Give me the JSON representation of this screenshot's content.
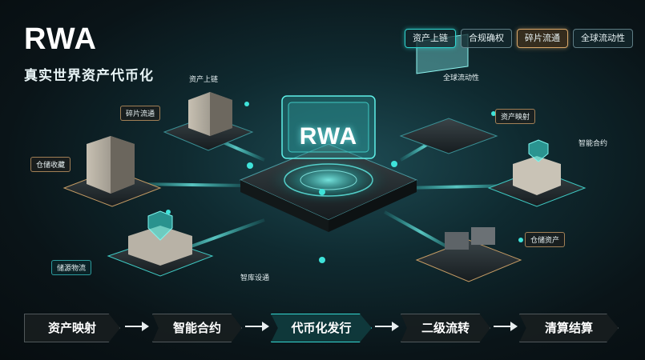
{
  "header": {
    "title": "RWA",
    "subtitle": "真实世界资产代币化"
  },
  "tabs": [
    {
      "label": "资产上链"
    },
    {
      "label": "合规确权"
    },
    {
      "label": "碎片流通"
    },
    {
      "label": "全球流动性"
    }
  ],
  "core": {
    "label": "RWA"
  },
  "nodes": {
    "asset_onchain": "资产上链",
    "fragment_circulation": "碎片流通",
    "warehouse_receipt": "仓储收藏",
    "storage_logistics": "储源物流",
    "smart_contract_setup": "智库设通",
    "global_liquidity": "全球流动性",
    "asset_mapping": "资产映射",
    "smart_contract": "智能合约",
    "warehouse_asset": "仓储资产"
  },
  "flow": {
    "steps": [
      {
        "label": "资产映射"
      },
      {
        "label": "智能合约"
      },
      {
        "label": "代币化发行"
      },
      {
        "label": "二级流转"
      },
      {
        "label": "清算结算"
      }
    ]
  },
  "colors": {
    "accent_teal": "#2fd6d0",
    "accent_gold": "#d9a86a",
    "background": "#0a1418"
  }
}
